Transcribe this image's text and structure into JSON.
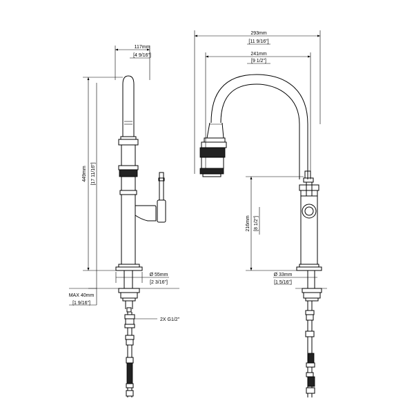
{
  "side_view": {
    "width_mm": "117mm",
    "width_in": "[4 9/16\"]",
    "height_mm": "449mm",
    "height_in": "[17 11/16\"]",
    "base_dia_mm": "Ø 55mm",
    "base_dia_in": "[2 3/16\"]",
    "max_mm": "MAX 40mm",
    "max_in": "[1 9/16\"]",
    "connection": "2X G1/2\""
  },
  "front_view": {
    "reach_mm": "293mm",
    "reach_in": "[11 9/16\"]",
    "spout_mm": "241mm",
    "spout_in": "[9 1/2\"]",
    "under_mm": "216mm",
    "under_in": "[8 1/2\"]",
    "hole_mm": "Ø 33mm",
    "hole_in": "[1 5/16\"]"
  }
}
